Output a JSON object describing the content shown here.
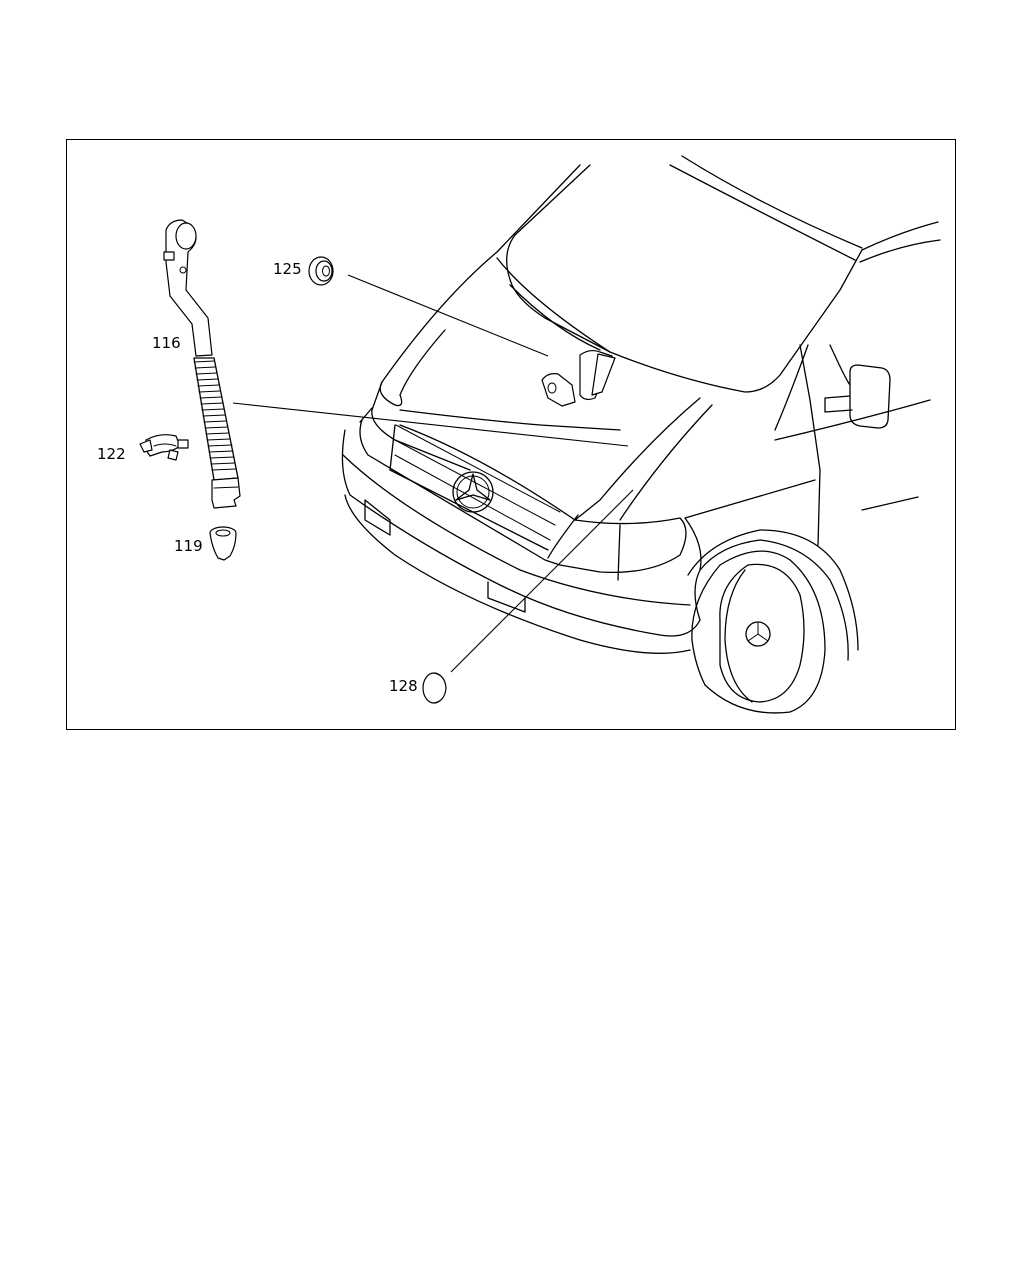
{
  "callouts": {
    "c116": "116",
    "c122": "122",
    "c119": "119",
    "c125": "125",
    "c128": "128"
  },
  "colors": {
    "line": "#000000",
    "background": "#ffffff"
  }
}
